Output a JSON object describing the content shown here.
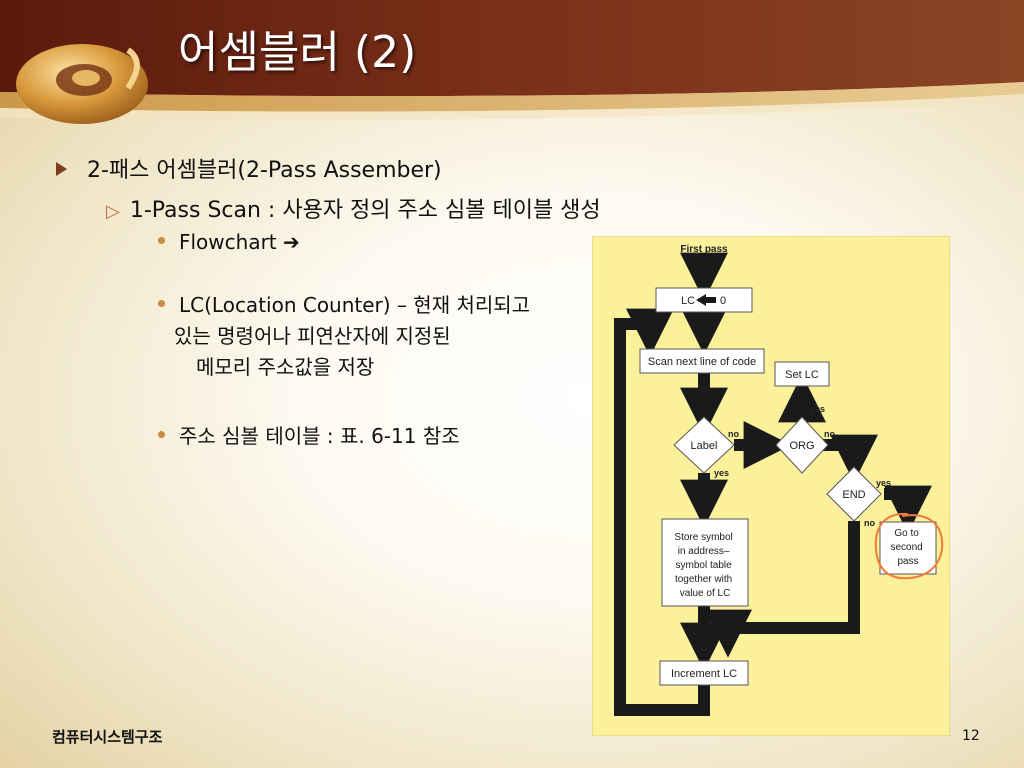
{
  "slide": {
    "title": "어셈블러 (2)",
    "bullets": {
      "level1": "2-패스 어셈블러(2-Pass Assember)",
      "level2": "1-Pass Scan : 사용자 정의 주소 심볼 테이블 생성",
      "flowchart_label": "Flowchart",
      "flowchart_arrow": "➔",
      "lc_line1": "LC(Location Counter) – 현재 처리되고",
      "lc_line2": "있는 명령어나 피연산자에 지정된",
      "lc_line3": "메모리 주소값을 저장",
      "symbol_table": "주소 심볼 테이블 : 표. 6-11 참조"
    },
    "footer": {
      "course": "컴퓨터시스템구조",
      "page_number": "12"
    }
  },
  "flowchart": {
    "first_pass": "First pass",
    "lc_init_lc": "LC",
    "lc_init_zero": "0",
    "scan_next": "Scan next line of code",
    "label_decision": "Label",
    "org_decision": "ORG",
    "end_decision": "END",
    "set_lc": "Set LC",
    "store_symbol": [
      "Store symbol",
      "in address–",
      "symbol table",
      "together with",
      "value of LC"
    ],
    "go_second": [
      "Go to",
      "second",
      "pass"
    ],
    "increment_lc": "Increment LC",
    "yes": "yes",
    "no": "no"
  },
  "colors": {
    "diagram_bg": "#faf19a",
    "header_brown": "#7a2e17",
    "highlight_circle": "#ef7a3a"
  }
}
